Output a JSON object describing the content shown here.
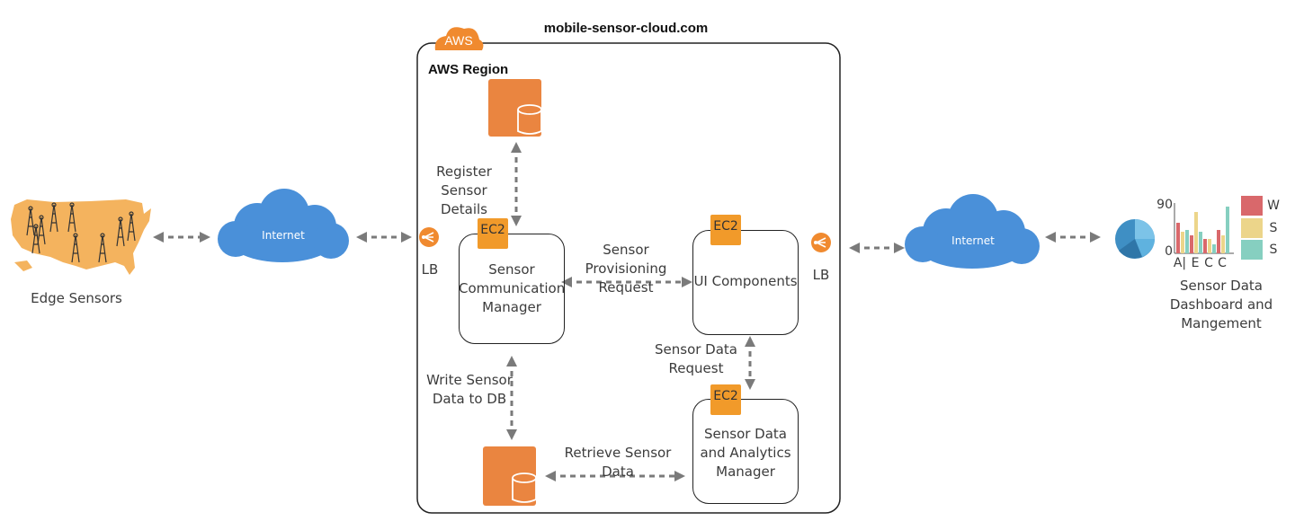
{
  "title": "mobile-sensor-cloud.com",
  "aws_badge": "AWS",
  "region_label": "AWS Region",
  "edge_sensors_label": "Edge Sensors",
  "internet_left": "Internet",
  "internet_right": "Internet",
  "lb_left": "LB",
  "lb_right": "LB",
  "ec2_label": "EC2",
  "nodes": {
    "sensor_comm_manager": "Sensor\nCommunication\nManager",
    "ui_components": "UI Components",
    "analytics_manager": "Sensor Data\nand Analytics\nManager"
  },
  "edges": {
    "register": "Register Sensor\nDetails",
    "provisioning": "Sensor Provisioning\nRequest",
    "write": "Write Sensor\nData to DB",
    "data_request": "Sensor Data\nRequest",
    "retrieve": "Retrieve Sensor Data"
  },
  "dashboard": {
    "label": "Sensor Data\nDashboard and\nMangement",
    "y_max": "90",
    "y_min": "0",
    "x_ticks": [
      "A|",
      "E",
      "C",
      "C"
    ],
    "legend": [
      "W",
      "S",
      "S"
    ],
    "legend_colors": [
      "#d9686b",
      "#ecd58a",
      "#86cfc0"
    ]
  },
  "colors": {
    "aws_orange": "#f08a2f",
    "db_orange": "#ea8540",
    "cloud_blue": "#4a90d9",
    "ec2_orange": "#f19a2a",
    "arrow_gray": "#7a7a7a",
    "map_orange": "#f4b35e"
  }
}
